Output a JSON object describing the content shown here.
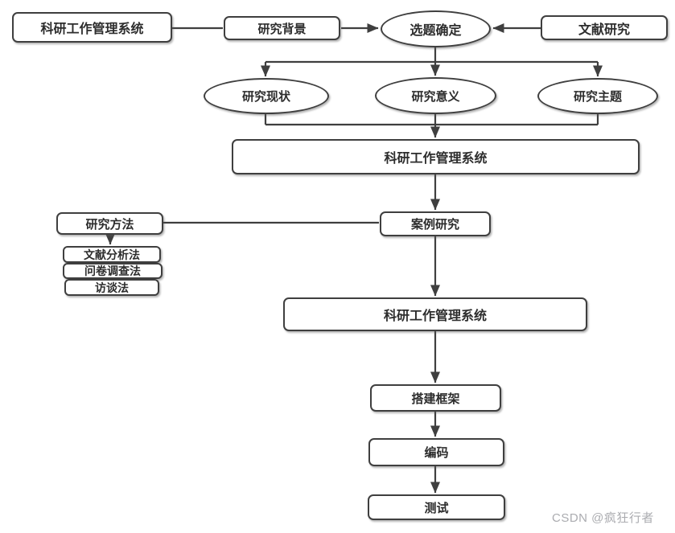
{
  "diagram": {
    "nodes": {
      "system_top": {
        "label": "科研工作管理系统",
        "shape": "rect"
      },
      "research_background": {
        "label": "研究背景",
        "shape": "rect"
      },
      "topic_selection": {
        "label": "选题确定",
        "shape": "ellipse"
      },
      "literature_research": {
        "label": "文献研究",
        "shape": "rect"
      },
      "research_status": {
        "label": "研究现状",
        "shape": "ellipse"
      },
      "research_significance": {
        "label": "研究意义",
        "shape": "ellipse"
      },
      "research_theme": {
        "label": "研究主题",
        "shape": "ellipse"
      },
      "system_requirements": {
        "label": "科研工作管理系统",
        "shape": "rect"
      },
      "research_method": {
        "label": "研究方法",
        "shape": "rect"
      },
      "case_study": {
        "label": "案例研究",
        "shape": "rect"
      },
      "literature_analysis": {
        "label": "文献分析法",
        "shape": "rect"
      },
      "questionnaire_survey": {
        "label": "问卷调查法",
        "shape": "rect"
      },
      "interview_method": {
        "label": "访谈法",
        "shape": "rect"
      },
      "system_design": {
        "label": "科研工作管理系统",
        "shape": "rect"
      },
      "build_framework": {
        "label": "搭建框架",
        "shape": "rect"
      },
      "coding": {
        "label": "编码",
        "shape": "rect"
      },
      "testing": {
        "label": "测试",
        "shape": "rect"
      }
    },
    "edges": [
      {
        "from": "system_top",
        "to": "research_background",
        "arrow": false
      },
      {
        "from": "research_background",
        "to": "topic_selection",
        "arrow": true
      },
      {
        "from": "literature_research",
        "to": "topic_selection",
        "arrow": true
      },
      {
        "from": "topic_selection",
        "to": "research_status",
        "arrow": true
      },
      {
        "from": "topic_selection",
        "to": "research_significance",
        "arrow": true
      },
      {
        "from": "topic_selection",
        "to": "research_theme",
        "arrow": true
      },
      {
        "from": "research_status",
        "to": "system_requirements",
        "arrow": true
      },
      {
        "from": "research_significance",
        "to": "system_requirements",
        "arrow": true
      },
      {
        "from": "research_theme",
        "to": "system_requirements",
        "arrow": true
      },
      {
        "from": "system_requirements",
        "to": "case_study",
        "arrow": true
      },
      {
        "from": "research_method",
        "to": "case_study",
        "arrow": false
      },
      {
        "from": "research_method",
        "to": "literature_analysis",
        "arrow": true
      },
      {
        "from": "case_study",
        "to": "system_design",
        "arrow": true
      },
      {
        "from": "system_design",
        "to": "build_framework",
        "arrow": true
      },
      {
        "from": "build_framework",
        "to": "coding",
        "arrow": true
      },
      {
        "from": "coding",
        "to": "testing",
        "arrow": true
      }
    ],
    "colors": {
      "stroke": "#3f3f3f",
      "text": "#2d2d2d",
      "node_background": "#ffffff",
      "canvas_background": "#ffffff",
      "watermark": "#abacb0"
    },
    "watermark": {
      "text": "CSDN @疯狂行者"
    }
  }
}
